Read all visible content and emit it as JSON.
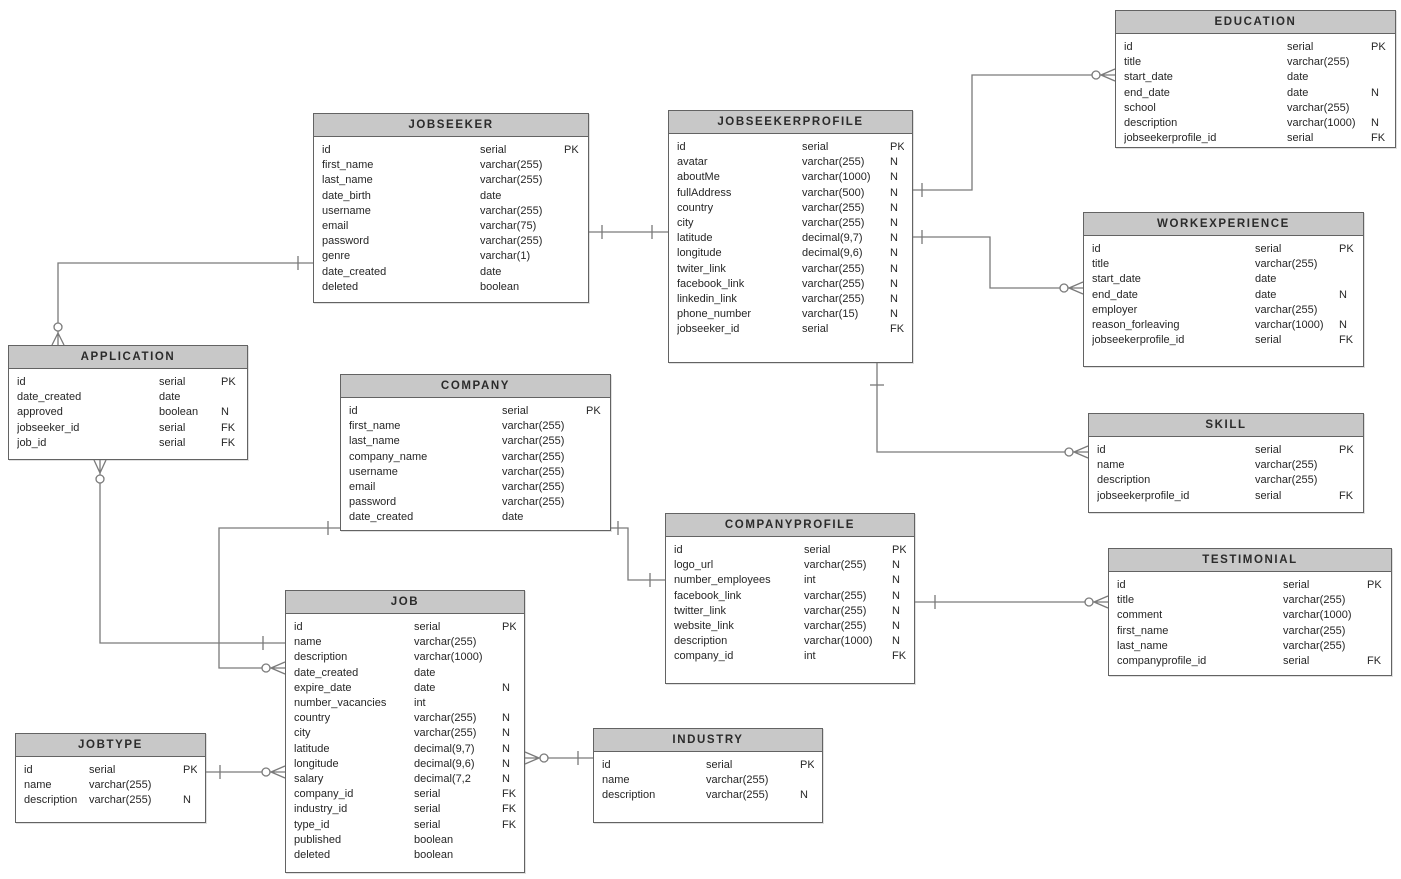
{
  "diagram": {
    "type": "entity-relationship-diagram",
    "notation": "crow's foot"
  },
  "colors": {
    "header_bg": "#c8c8c8",
    "table_border": "#636363",
    "relationship_line": "#7a7a7a",
    "text": "#262626",
    "background": "#ffffff"
  },
  "tables": [
    {
      "name": "JOBSEEKER",
      "fields": [
        {
          "name": "id",
          "type": "serial",
          "flag": "PK"
        },
        {
          "name": "first_name",
          "type": "varchar(255)",
          "flag": ""
        },
        {
          "name": "last_name",
          "type": "varchar(255)",
          "flag": ""
        },
        {
          "name": "date_birth",
          "type": "date",
          "flag": ""
        },
        {
          "name": "username",
          "type": "varchar(255)",
          "flag": ""
        },
        {
          "name": "email",
          "type": "varchar(75)",
          "flag": ""
        },
        {
          "name": "password",
          "type": "varchar(255)",
          "flag": ""
        },
        {
          "name": "genre",
          "type": "varchar(1)",
          "flag": ""
        },
        {
          "name": "date_created",
          "type": "date",
          "flag": ""
        },
        {
          "name": "deleted",
          "type": "boolean",
          "flag": ""
        }
      ]
    },
    {
      "name": "JOBSEEKERPROFILE",
      "fields": [
        {
          "name": "id",
          "type": "serial",
          "flag": "PK"
        },
        {
          "name": "avatar",
          "type": "varchar(255)",
          "flag": "N"
        },
        {
          "name": "aboutMe",
          "type": "varchar(1000)",
          "flag": "N"
        },
        {
          "name": "fullAddress",
          "type": "varchar(500)",
          "flag": "N"
        },
        {
          "name": "country",
          "type": "varchar(255)",
          "flag": "N"
        },
        {
          "name": "city",
          "type": "varchar(255)",
          "flag": "N"
        },
        {
          "name": "latitude",
          "type": "decimal(9,7)",
          "flag": "N"
        },
        {
          "name": "longitude",
          "type": "decimal(9,6)",
          "flag": "N"
        },
        {
          "name": "twiter_link",
          "type": "varchar(255)",
          "flag": "N"
        },
        {
          "name": "facebook_link",
          "type": "varchar(255)",
          "flag": "N"
        },
        {
          "name": "linkedin_link",
          "type": "varchar(255)",
          "flag": "N"
        },
        {
          "name": "phone_number",
          "type": "varchar(15)",
          "flag": "N"
        },
        {
          "name": "jobseeker_id",
          "type": "serial",
          "flag": "FK"
        }
      ]
    },
    {
      "name": "EDUCATION",
      "fields": [
        {
          "name": "id",
          "type": "serial",
          "flag": "PK"
        },
        {
          "name": "title",
          "type": "varchar(255)",
          "flag": ""
        },
        {
          "name": "start_date",
          "type": "date",
          "flag": ""
        },
        {
          "name": "end_date",
          "type": "date",
          "flag": "N"
        },
        {
          "name": "school",
          "type": "varchar(255)",
          "flag": ""
        },
        {
          "name": "description",
          "type": "varchar(1000)",
          "flag": "N"
        },
        {
          "name": "jobseekerprofile_id",
          "type": "serial",
          "flag": "FK"
        }
      ]
    },
    {
      "name": "WORKEXPERIENCE",
      "fields": [
        {
          "name": "id",
          "type": "serial",
          "flag": "PK"
        },
        {
          "name": "title",
          "type": "varchar(255)",
          "flag": ""
        },
        {
          "name": "start_date",
          "type": "date",
          "flag": ""
        },
        {
          "name": "end_date",
          "type": "date",
          "flag": "N"
        },
        {
          "name": "employer",
          "type": "varchar(255)",
          "flag": ""
        },
        {
          "name": "reason_forleaving",
          "type": "varchar(1000)",
          "flag": "N"
        },
        {
          "name": "jobseekerprofile_id",
          "type": "serial",
          "flag": "FK"
        }
      ]
    },
    {
      "name": "SKILL",
      "fields": [
        {
          "name": "id",
          "type": "serial",
          "flag": "PK"
        },
        {
          "name": "name",
          "type": "varchar(255)",
          "flag": ""
        },
        {
          "name": "description",
          "type": "varchar(255)",
          "flag": ""
        },
        {
          "name": "jobseekerprofile_id",
          "type": "serial",
          "flag": "FK"
        }
      ]
    },
    {
      "name": "APPLICATION",
      "fields": [
        {
          "name": "id",
          "type": "serial",
          "flag": "PK"
        },
        {
          "name": "date_created",
          "type": "date",
          "flag": ""
        },
        {
          "name": "approved",
          "type": "boolean",
          "flag": "N"
        },
        {
          "name": "jobseeker_id",
          "type": "serial",
          "flag": "FK"
        },
        {
          "name": "job_id",
          "type": "serial",
          "flag": "FK"
        }
      ]
    },
    {
      "name": "COMPANY",
      "fields": [
        {
          "name": "id",
          "type": "serial",
          "flag": "PK"
        },
        {
          "name": "first_name",
          "type": "varchar(255)",
          "flag": ""
        },
        {
          "name": "last_name",
          "type": "varchar(255)",
          "flag": ""
        },
        {
          "name": "company_name",
          "type": "varchar(255)",
          "flag": ""
        },
        {
          "name": "username",
          "type": "varchar(255)",
          "flag": ""
        },
        {
          "name": "email",
          "type": "varchar(255)",
          "flag": ""
        },
        {
          "name": "password",
          "type": "varchar(255)",
          "flag": ""
        },
        {
          "name": "date_created",
          "type": "date",
          "flag": ""
        }
      ]
    },
    {
      "name": "COMPANYPROFILE",
      "fields": [
        {
          "name": "id",
          "type": "serial",
          "flag": "PK"
        },
        {
          "name": "logo_url",
          "type": "varchar(255)",
          "flag": "N"
        },
        {
          "name": "number_employees",
          "type": "int",
          "flag": "N"
        },
        {
          "name": "facebook_link",
          "type": "varchar(255)",
          "flag": "N"
        },
        {
          "name": "twitter_link",
          "type": "varchar(255)",
          "flag": "N"
        },
        {
          "name": "website_link",
          "type": "varchar(255)",
          "flag": "N"
        },
        {
          "name": "description",
          "type": "varchar(1000)",
          "flag": "N"
        },
        {
          "name": "company_id",
          "type": "int",
          "flag": "FK"
        }
      ]
    },
    {
      "name": "TESTIMONIAL",
      "fields": [
        {
          "name": "id",
          "type": "serial",
          "flag": "PK"
        },
        {
          "name": "title",
          "type": "varchar(255)",
          "flag": ""
        },
        {
          "name": "comment",
          "type": "varchar(1000)",
          "flag": ""
        },
        {
          "name": "first_name",
          "type": "varchar(255)",
          "flag": ""
        },
        {
          "name": "last_name",
          "type": "varchar(255)",
          "flag": ""
        },
        {
          "name": "companyprofile_id",
          "type": "serial",
          "flag": "FK"
        }
      ]
    },
    {
      "name": "JOB",
      "fields": [
        {
          "name": "id",
          "type": "serial",
          "flag": "PK"
        },
        {
          "name": "name",
          "type": "varchar(255)",
          "flag": ""
        },
        {
          "name": "description",
          "type": "varchar(1000)",
          "flag": ""
        },
        {
          "name": "date_created",
          "type": "date",
          "flag": ""
        },
        {
          "name": "expire_date",
          "type": "date",
          "flag": "N"
        },
        {
          "name": "number_vacancies",
          "type": "int",
          "flag": ""
        },
        {
          "name": "country",
          "type": "varchar(255)",
          "flag": "N"
        },
        {
          "name": "city",
          "type": "varchar(255)",
          "flag": "N"
        },
        {
          "name": "latitude",
          "type": "decimal(9,7)",
          "flag": "N"
        },
        {
          "name": "longitude",
          "type": "decimal(9,6)",
          "flag": "N"
        },
        {
          "name": "salary",
          "type": "decimal(7,2",
          "flag": "N"
        },
        {
          "name": "company_id",
          "type": "serial",
          "flag": "FK"
        },
        {
          "name": "industry_id",
          "type": "serial",
          "flag": "FK"
        },
        {
          "name": "type_id",
          "type": "serial",
          "flag": "FK"
        },
        {
          "name": "published",
          "type": "boolean",
          "flag": ""
        },
        {
          "name": "deleted",
          "type": "boolean",
          "flag": ""
        }
      ]
    },
    {
      "name": "JOBTYPE",
      "fields": [
        {
          "name": "id",
          "type": "serial",
          "flag": "PK"
        },
        {
          "name": "name",
          "type": "varchar(255)",
          "flag": ""
        },
        {
          "name": "description",
          "type": "varchar(255)",
          "flag": "N"
        }
      ]
    },
    {
      "name": "INDUSTRY",
      "fields": [
        {
          "name": "id",
          "type": "serial",
          "flag": "PK"
        },
        {
          "name": "name",
          "type": "varchar(255)",
          "flag": ""
        },
        {
          "name": "description",
          "type": "varchar(255)",
          "flag": "N"
        }
      ]
    }
  ],
  "relationships": [
    {
      "from": "JOBSEEKER",
      "to": "JOBSEEKERPROFILE",
      "from_cardinality": "one",
      "to_cardinality": "one"
    },
    {
      "from": "JOBSEEKER",
      "to": "APPLICATION",
      "from_cardinality": "one",
      "to_cardinality": "zero-or-many"
    },
    {
      "from": "JOBSEEKERPROFILE",
      "to": "EDUCATION",
      "from_cardinality": "one",
      "to_cardinality": "zero-or-many"
    },
    {
      "from": "JOBSEEKERPROFILE",
      "to": "WORKEXPERIENCE",
      "from_cardinality": "one",
      "to_cardinality": "zero-or-many"
    },
    {
      "from": "JOBSEEKERPROFILE",
      "to": "SKILL",
      "from_cardinality": "one",
      "to_cardinality": "zero-or-many"
    },
    {
      "from": "JOB",
      "to": "APPLICATION",
      "from_cardinality": "one",
      "to_cardinality": "zero-or-many"
    },
    {
      "from": "COMPANY",
      "to": "JOB",
      "from_cardinality": "one",
      "to_cardinality": "zero-or-many"
    },
    {
      "from": "COMPANY",
      "to": "COMPANYPROFILE",
      "from_cardinality": "one",
      "to_cardinality": "one"
    },
    {
      "from": "COMPANYPROFILE",
      "to": "TESTIMONIAL",
      "from_cardinality": "one",
      "to_cardinality": "zero-or-many"
    },
    {
      "from": "JOBTYPE",
      "to": "JOB",
      "from_cardinality": "one",
      "to_cardinality": "zero-or-many"
    },
    {
      "from": "INDUSTRY",
      "to": "JOB",
      "from_cardinality": "one",
      "to_cardinality": "zero-or-many"
    }
  ]
}
